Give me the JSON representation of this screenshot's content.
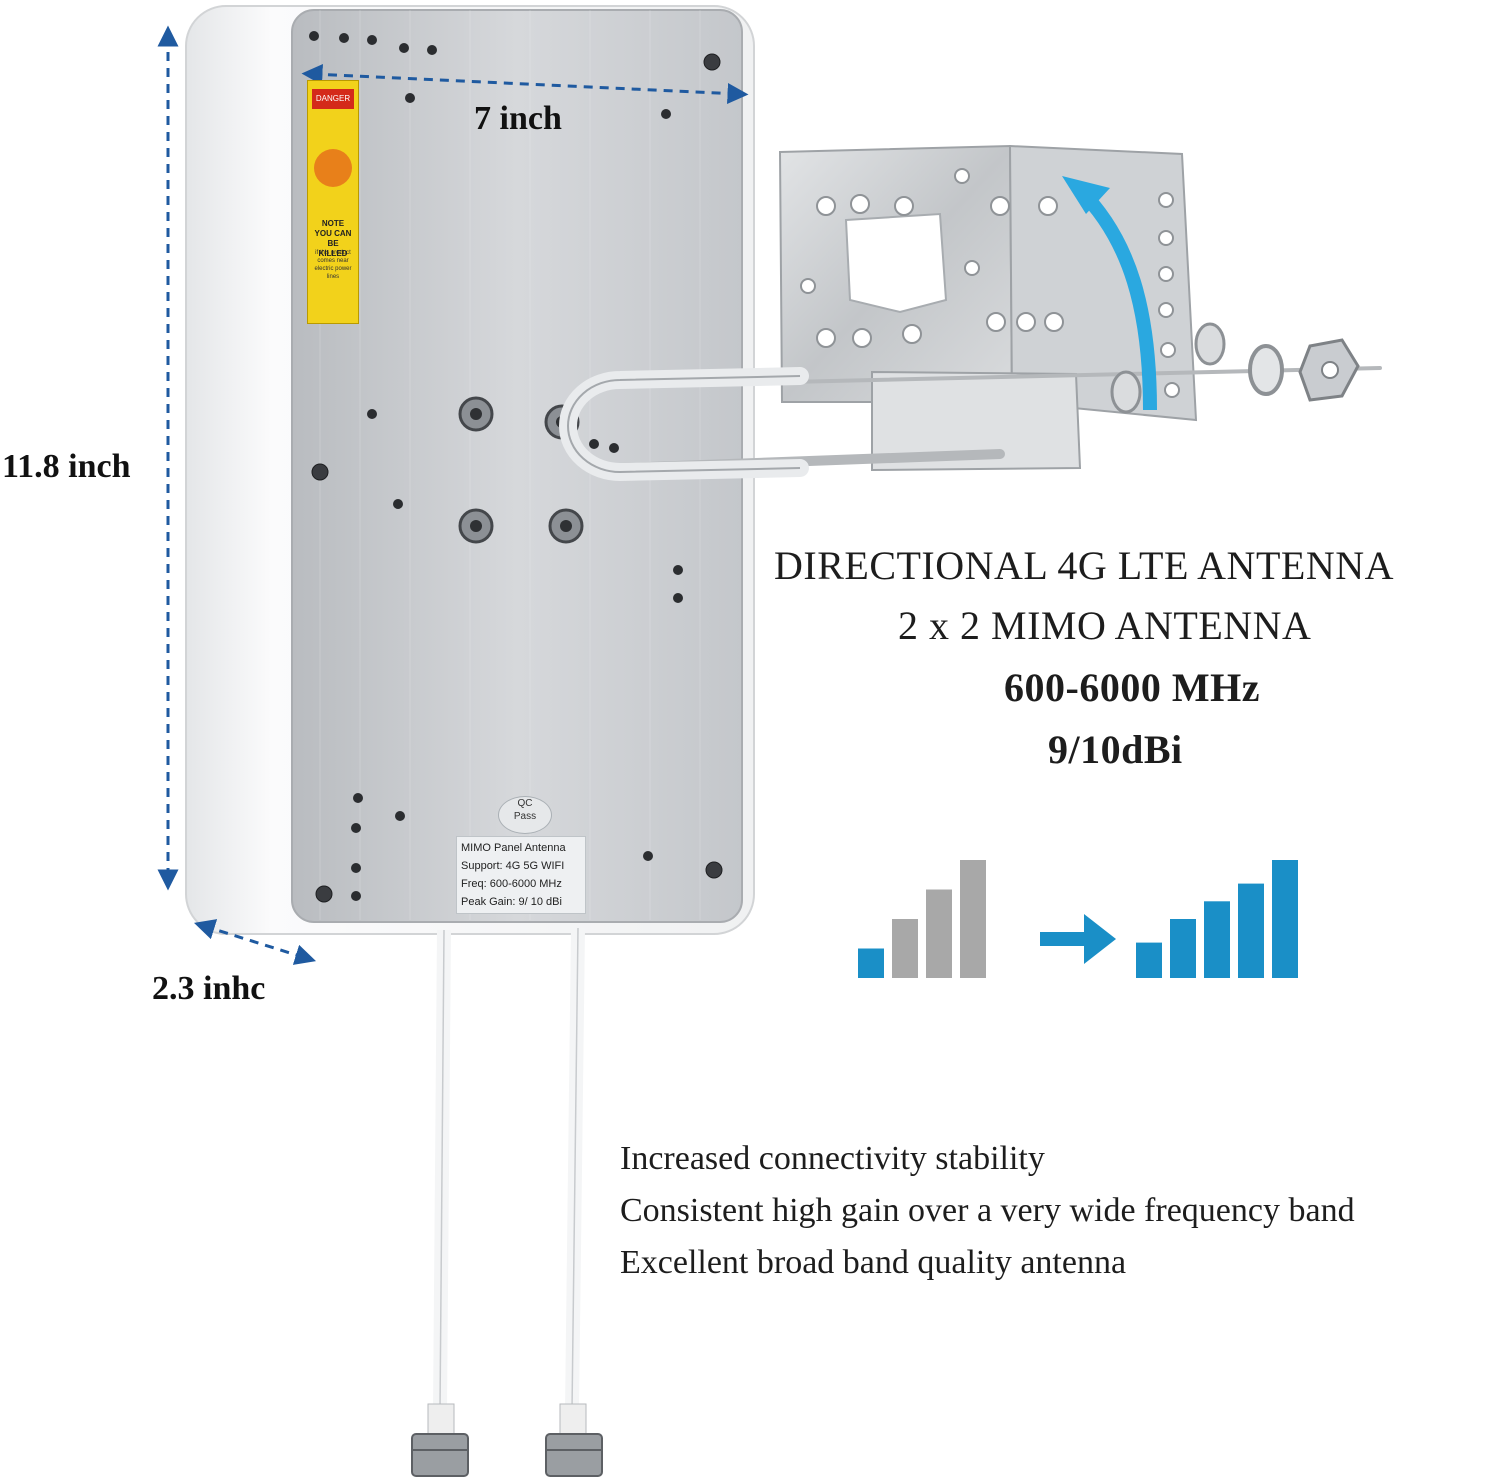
{
  "dimensions": {
    "width": "7 inch",
    "height": "11.8 inch",
    "depth": "2.3 inhc"
  },
  "headline": {
    "line1": "DIRECTIONAL 4G LTE ANTENNA",
    "line2": "2 x 2 MIMO ANTENNA",
    "line3": "600-6000 MHz",
    "line4": "9/10dBi"
  },
  "features": [
    "Increased connectivity stability",
    "Consistent high gain over a very wide frequency band",
    "Excellent broad band quality antenna"
  ],
  "sticker": {
    "danger": "DANGER",
    "note": "NOTE",
    "line1": "YOU CAN BE",
    "line2": "KILLED",
    "line3": "if this product comes near electric power lines"
  },
  "qc_badge": {
    "line1": "QC",
    "line2": "Pass"
  },
  "spec_label": {
    "line1": "MIMO Panel Antenna",
    "line2": "Support: 4G 5G WIFI",
    "line3": "Freq: 600-6000 MHz",
    "line4": "Peak Gain: 9/ 10 dBi"
  },
  "signal_icon": {
    "before_levels": [
      0.25,
      0.5,
      0.75,
      1.0
    ],
    "after_levels": [
      0.3,
      0.5,
      0.65,
      0.8,
      1.0
    ],
    "colors": {
      "accent": "#1a8fc7",
      "gray": "#a8a8a8",
      "arrow": "#1a8fc7"
    }
  },
  "colors": {
    "panel": "#c9ccd0",
    "housing": "#f3f4f5",
    "dimension_line": "#1f5aa0",
    "bracket_arrow": "#2aa8e0",
    "sticker": "#f2d21b"
  }
}
